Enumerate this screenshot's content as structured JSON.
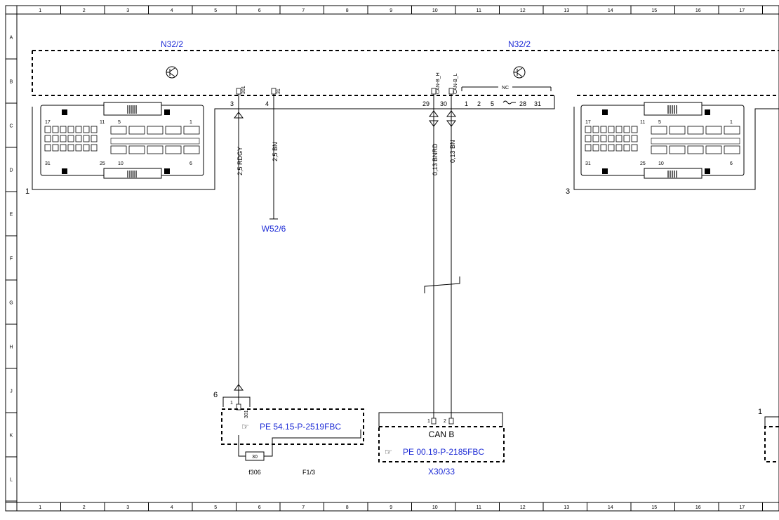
{
  "grid": {
    "columns": [
      "1",
      "2",
      "3",
      "4",
      "5",
      "6",
      "7",
      "8",
      "9",
      "10",
      "11",
      "12",
      "13",
      "14",
      "15",
      "16",
      "17"
    ],
    "rows": [
      "A",
      "B",
      "C",
      "D",
      "E",
      "F",
      "G",
      "H",
      "J",
      "K",
      "L"
    ]
  },
  "modules": {
    "left_label": "N32/2",
    "right_label": "N32/2",
    "left_connector_id": "1",
    "right_connector_id": "3",
    "pin_numbers": {
      "p17": "17",
      "p11": "11",
      "p5": "5",
      "p1": "1",
      "p31": "31",
      "p25": "25",
      "p10": "10",
      "p6": "6"
    }
  },
  "pins": {
    "p3": "3",
    "p4": "4",
    "p29": "29",
    "p30": "30",
    "nc_label": "NC",
    "nc_pins": [
      "1",
      "2",
      "5",
      "28",
      "31"
    ]
  },
  "pin_labels": {
    "p301": "301",
    "p31": "31",
    "can_h": "CAN-B_H",
    "can_l": "CAN-B_L",
    "p301_bottom": "301"
  },
  "wires": {
    "w1": "2,5 RDGY",
    "w2": "2,5 BN",
    "w3": "0,13 BNRD",
    "w4": "0,13 BN"
  },
  "refs": {
    "ground": "W52/6",
    "fuse_block_id": "6",
    "fuse_pin": "1",
    "fuse_ref": "PE 54.15-P-2519FBC",
    "fuse_value": "30",
    "fuse_name": "f306",
    "fuse_location": "F1/3",
    "can_pin1": "1",
    "can_pin2": "2",
    "can_title": "CAN B",
    "can_ref": "PE 00.19-P-2185FBC",
    "can_connector": "X30/33",
    "right_edge_id": "1"
  }
}
